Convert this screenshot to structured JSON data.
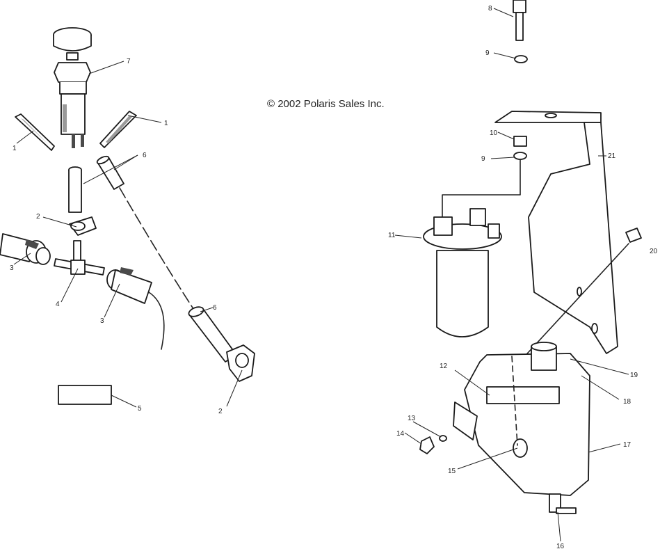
{
  "copyright": "© 2002 Polaris Sales Inc.",
  "callouts": {
    "c1a": "1",
    "c1b": "1",
    "c2a": "2",
    "c2b": "2",
    "c3a": "3",
    "c3b": "3",
    "c4": "4",
    "c5": "5",
    "c6a": "6",
    "c6b": "6",
    "c7": "7",
    "c8": "8",
    "c9a": "9",
    "c9b": "9",
    "c10": "10",
    "c11": "11",
    "c12": "12",
    "c13": "13",
    "c14": "14",
    "c15": "15",
    "c16": "16",
    "c17": "17",
    "c18": "18",
    "c19": "19",
    "c20": "20",
    "c21": "21"
  }
}
